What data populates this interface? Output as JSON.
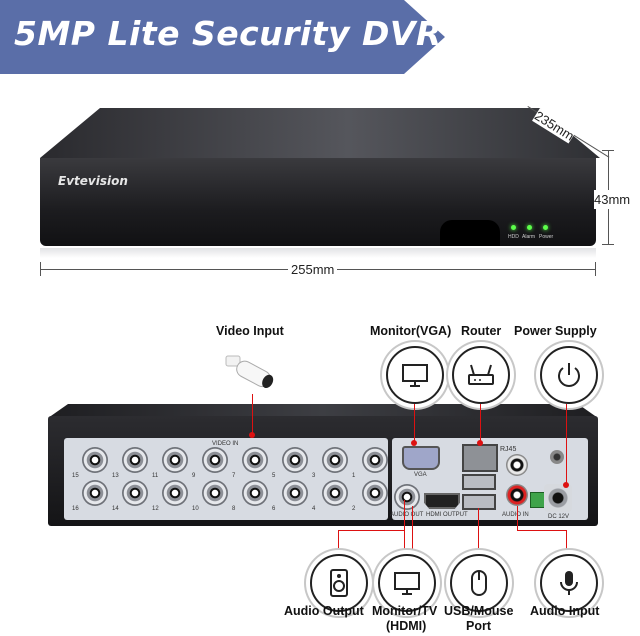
{
  "banner": {
    "title": "5MP Lite Security DVR"
  },
  "front": {
    "brand": "Evtevision",
    "leds": [
      "HDD",
      "Alarm",
      "Power"
    ],
    "dimensions": {
      "width": "255mm",
      "height": "43mm",
      "depth": "235mm"
    }
  },
  "rear": {
    "video_in_label": "VIDEO IN",
    "port_numbers_top": [
      "15",
      "13",
      "11",
      "9",
      "7",
      "5",
      "3",
      "1"
    ],
    "port_numbers_bottom": [
      "16",
      "14",
      "12",
      "10",
      "8",
      "6",
      "4",
      "2"
    ],
    "vga_label": "VGA",
    "rj45_label": "RJ45",
    "audio_out_label": "AUDIO OUT",
    "hdmi_label": "HDMI OUTPUT",
    "audio_in_label": "AUDIO IN",
    "dc_label": "DC 12V"
  },
  "callouts": {
    "video_input": "Video Input",
    "monitor_vga": "Monitor(VGA)",
    "router": "Router",
    "power_supply": "Power Supply",
    "audio_output": "Audio Output",
    "monitor_hdmi_line1": "Monitor/TV",
    "monitor_hdmi_line2": "(HDMI)",
    "usb_mouse_line1": "USB/Mouse",
    "usb_mouse_line2": "Port",
    "audio_input": "Audio Input"
  },
  "colors": {
    "banner": "#5a6ea8",
    "accent_line": "#dd1111",
    "led": "#5cff4a"
  }
}
